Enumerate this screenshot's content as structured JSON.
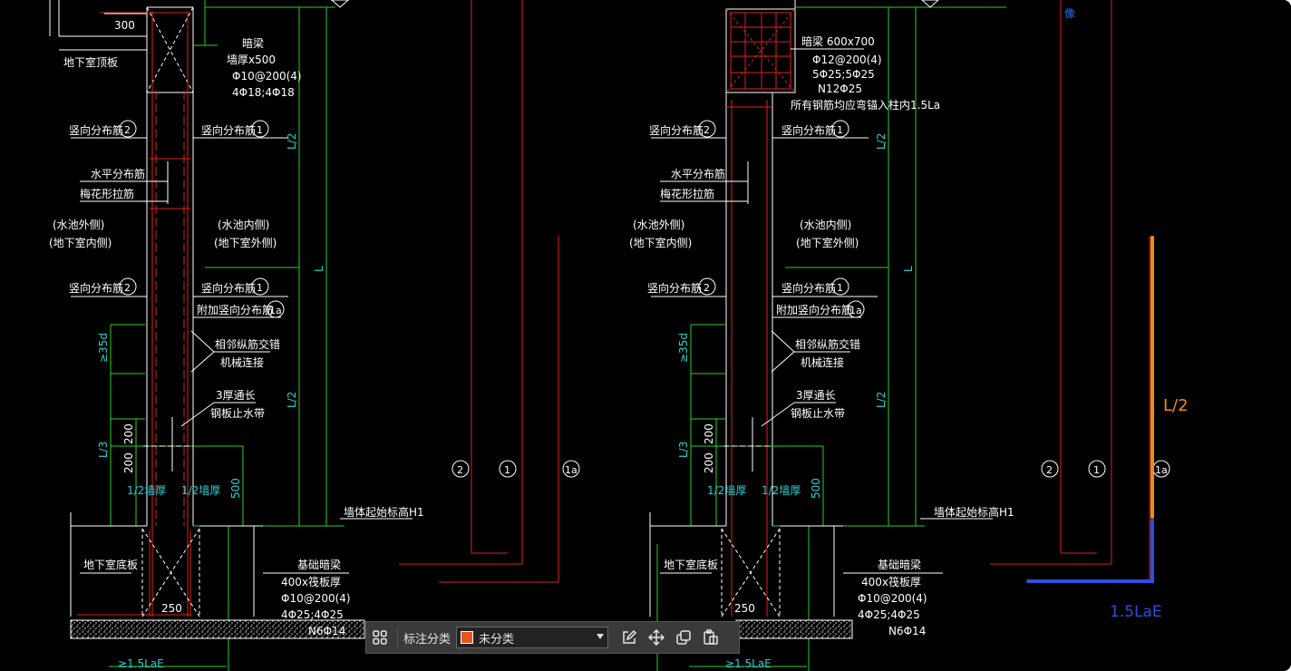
{
  "drawing": {
    "left": {
      "dim_300": "300",
      "roof_slab": "地下室顶板",
      "beam_title": "暗梁",
      "beam_spec1": "墙厚x500",
      "beam_spec2": "Φ10@200(4)",
      "beam_spec3": "4Φ18;4Φ18",
      "vert_dist_2_top": "竖向分布筋",
      "vert_dist_1_top": "竖向分布筋",
      "horiz_dist": "水平分布筋",
      "tie_bar": "梅花形拉筋",
      "pool_outer": "(水池外侧)",
      "basement_inner": "(地下室内侧)",
      "pool_inner": "(水池内侧)",
      "basement_outer": "(地下室外侧)",
      "vert_dist_2_mid": "竖向分布筋",
      "vert_dist_1_mid": "竖向分布筋",
      "extra_vert": "附加竖向分布筋",
      "rebar_stagger1": "相邻纵筋交错",
      "rebar_stagger2": "机械连接",
      "waterstop1": "3厚通长",
      "waterstop2": "钢板止水带",
      "dim_35d": "≥35d",
      "dim_L2a": "L/2",
      "dim_L": "L",
      "dim_L2b": "L/2",
      "dim_L3": "L/3",
      "dim_200a": "200",
      "dim_200b": "200",
      "half_wall_a": "1/2墙厚",
      "half_wall_b": "1/2墙厚",
      "dim_500": "500",
      "wall_base": "墙体起始标高H1",
      "floor_slab": "地下室底板",
      "found_beam": "基础暗梁",
      "found_spec1": "400x筏板厚",
      "found_spec2": "Φ10@200(4)",
      "found_spec3": "4Φ25;4Φ25",
      "found_spec4": "N6Φ14",
      "dim_250": "250",
      "dim_15LaE": "≥1.5LaE",
      "mk2": "2",
      "mk1": "1",
      "mk1a": "1a"
    },
    "right": {
      "beam_title": "暗梁 600x700",
      "beam_spec1": "Φ12@200(4)",
      "beam_spec2": "5Φ25;5Φ25",
      "beam_spec3": "N12Φ25",
      "beam_spec4": "所有钢筋均应弯锚入柱内1.5La",
      "vert_dist_2_top": "竖向分布筋",
      "vert_dist_1_top": "竖向分布筋",
      "horiz_dist": "水平分布筋",
      "tie_bar": "梅花形拉筋",
      "pool_outer": "(水池外侧)",
      "basement_inner": "(地下室内侧)",
      "pool_inner": "(水池内侧)",
      "basement_outer": "(地下室外侧)",
      "vert_dist_2_mid": "竖向分布筋",
      "vert_dist_1_mid": "竖向分布筋",
      "extra_vert": "附加竖向分布筋",
      "rebar_stagger1": "相邻纵筋交错",
      "rebar_stagger2": "机械连接",
      "waterstop1": "3厚通长",
      "waterstop2": "钢板止水带",
      "dim_35d": "≥35d",
      "dim_L2a": "L/2",
      "dim_L": "L",
      "dim_L2b": "L/2",
      "dim_L3": "L/3",
      "dim_200a": "200",
      "dim_200b": "200",
      "half_wall_a": "1/2墙厚",
      "half_wall_b": "1/2墙厚",
      "dim_500": "500",
      "wall_base": "墙体起始标高H1",
      "floor_slab": "地下室底板",
      "found_beam": "基础暗梁",
      "found_spec1": "400x筏板厚",
      "found_spec2": "Φ10@200(4)",
      "found_spec3": "4Φ25;4Φ25",
      "found_spec4": "N6Φ14",
      "dim_250": "250",
      "dim_15LaE": "≥1.5LaE",
      "mk2": "2",
      "mk1": "1",
      "mk1a": "1a"
    },
    "schematic_left": {
      "mk2": "2",
      "mk1": "1",
      "mk1a": "1a"
    },
    "schematic_right": {
      "mk2": "2",
      "mk1": "1",
      "mk1a": "1a",
      "top_label": "像"
    },
    "annotation": {
      "orange_label": "L/2",
      "blue_label": "1.5LaE",
      "orange_color": "#f08a1c",
      "blue_color": "#2c4fe0"
    }
  },
  "toolbar": {
    "grid_icon": "grid-icon",
    "category_label": "标注分类",
    "category_value": "未分类",
    "category_color": "#e9541c",
    "edit_icon": "edit-icon",
    "move_icon": "move-icon",
    "copy_icon": "copy-icon",
    "paste_icon": "paste-icon"
  }
}
